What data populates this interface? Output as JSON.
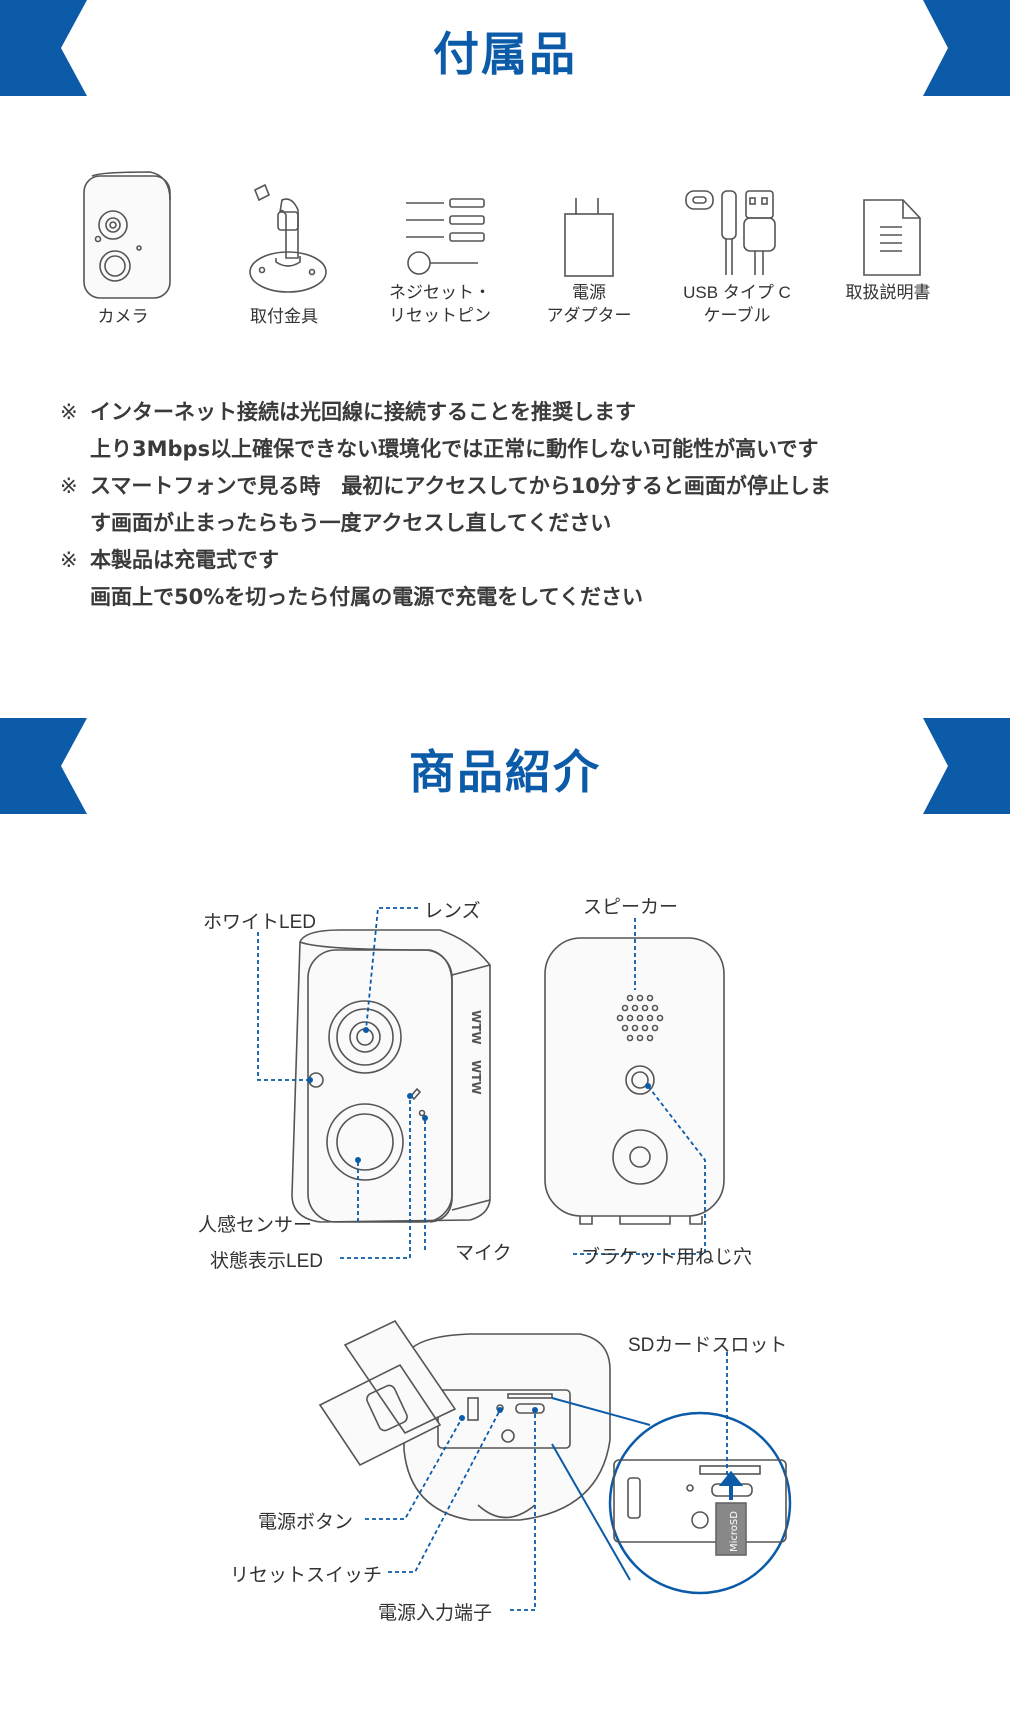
{
  "section1": {
    "title": "付属品"
  },
  "accessories": [
    {
      "icon": "camera-icon",
      "label_lines": [
        "カメラ"
      ]
    },
    {
      "icon": "mount-bracket-icon",
      "label_lines": [
        "取付金具"
      ]
    },
    {
      "icon": "screws-pin-icon",
      "label_lines": [
        "ネジセット・",
        "リセットピン"
      ]
    },
    {
      "icon": "power-adapter-icon",
      "label_lines": [
        "電源",
        "アダプター"
      ]
    },
    {
      "icon": "usb-cable-icon",
      "label_lines": [
        "USB タイプ C",
        "ケーブル"
      ]
    },
    {
      "icon": "manual-icon",
      "label_lines": [
        "取扱説明書"
      ]
    }
  ],
  "notes": [
    {
      "mark": "※",
      "lines": [
        "インターネット接続は光回線に接続することを推奨します",
        "上り3Mbps以上確保できない環境化では正常に動作しない可能性が高いです"
      ]
    },
    {
      "mark": "※",
      "lines": [
        "スマートフォンで見る時　最初にアクセスしてから10分すると画面が停止しま",
        "す画面が止まったらもう一度アクセスし直してください"
      ]
    },
    {
      "mark": "※",
      "lines": [
        "本製品は充電式です",
        "画面上で50%を切ったら付属の電源で充電をしてください"
      ]
    }
  ],
  "section2": {
    "title": "商品紹介"
  },
  "diagram": {
    "front_labels": {
      "white_led": "ホワイトLED",
      "lens": "レンズ",
      "motion_sensor": "人感センサー",
      "status_led": "状態表示LED",
      "mic": "マイク"
    },
    "back_labels": {
      "speaker": "スピーカー",
      "bracket_hole": "ブラケット用ねじ穴"
    },
    "bottom_labels": {
      "sd_slot": "SDカードスロット",
      "power_button": "電源ボタン",
      "reset_switch": "リセットスイッチ",
      "power_input": "電源入力端子"
    },
    "brand_mark": "WTW",
    "sd_card_text": "MicroSD"
  },
  "colors": {
    "brand_blue": "#0b5ba8",
    "text": "#333333",
    "line": "#555555"
  }
}
